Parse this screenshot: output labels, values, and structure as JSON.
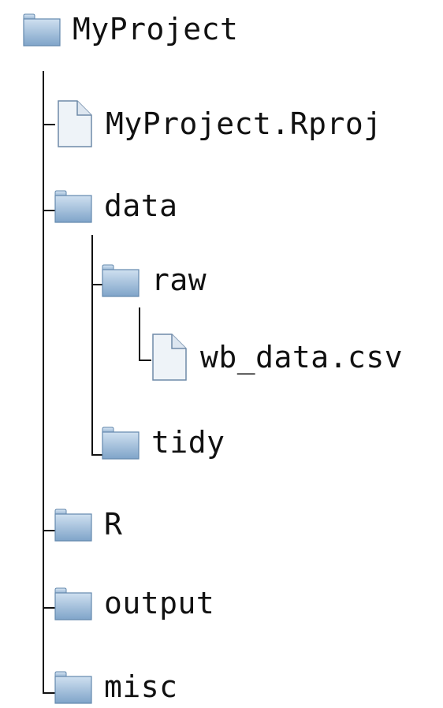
{
  "tree": {
    "root": {
      "name": "MyProject",
      "type": "folder"
    },
    "items": [
      {
        "name": "MyProject.Rproj",
        "type": "file"
      },
      {
        "name": "data",
        "type": "folder"
      },
      {
        "name": "raw",
        "type": "folder"
      },
      {
        "name": "wb_data.csv",
        "type": "file"
      },
      {
        "name": "tidy",
        "type": "folder"
      },
      {
        "name": "R",
        "type": "folder"
      },
      {
        "name": "output",
        "type": "folder"
      },
      {
        "name": "misc",
        "type": "folder"
      }
    ]
  },
  "colors": {
    "folder_top": "#c6d8ea",
    "folder_bottom": "#7aa1c8",
    "folder_stroke": "#5d7ea2",
    "file_fill": "#eef3f8",
    "file_stroke": "#6f8aa8",
    "connector": "#111111"
  },
  "icons": {
    "folder": "folder-icon",
    "file": "file-icon"
  }
}
